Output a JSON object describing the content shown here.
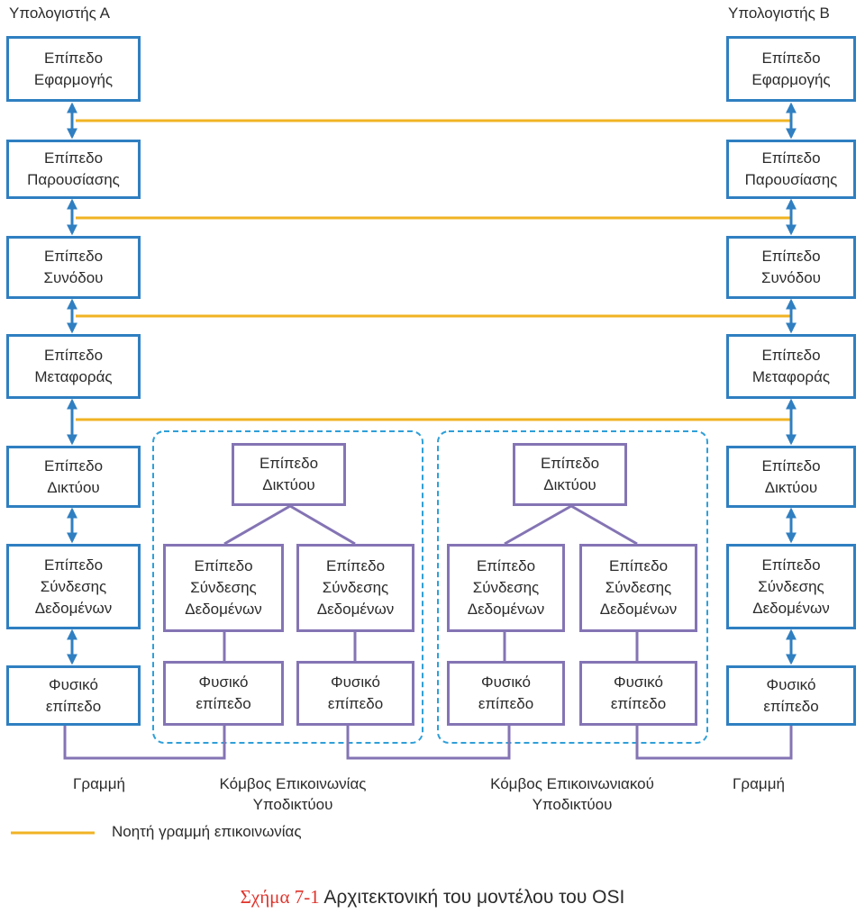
{
  "hosts": {
    "left_title": "Υπολογιστής Α",
    "right_title": "Υπολογιστής Β",
    "layers": [
      {
        "line1": "Επίπεδο",
        "line2": "Εφαρμογής"
      },
      {
        "line1": "Επίπεδο",
        "line2": "Παρουσίασης"
      },
      {
        "line1": "Επίπεδο",
        "line2": "Συνόδου"
      },
      {
        "line1": "Επίπεδο",
        "line2": "Μεταφοράς"
      },
      {
        "line1": "Επίπεδο",
        "line2": "Δικτύου"
      },
      {
        "line1": "Επίπεδο",
        "line2": "Σύνδεσης",
        "line3": "Δεδομένων"
      },
      {
        "line1": "Φυσικό",
        "line2": "επίπεδο"
      }
    ]
  },
  "nodes": {
    "network": {
      "line1": "Επίπεδο",
      "line2": "Δικτύου"
    },
    "datalink": {
      "line1": "Επίπεδο",
      "line2": "Σύνδεσης",
      "line3": "Δεδομένων"
    },
    "physical": {
      "line1": "Φυσικό",
      "line2": "επίπεδο"
    }
  },
  "bottom_labels": {
    "line_left": "Γραμμή",
    "node1_line1": "Κόμβος Επικοινωνίας",
    "node1_line2": "Υποδικτύου",
    "node2_line1": "Κόμβος Επικοινωνιακού",
    "node2_line2": "Υποδικτύου",
    "line_right": "Γραμμή"
  },
  "legend": {
    "text": "Νοητή γραμμή επικοινωνίας"
  },
  "caption": {
    "number": "Σχήμα 7-1",
    "text": "Αρχιτεκτονική του μοντέλου του OSI"
  },
  "colors": {
    "host_border": "#2f7fc1",
    "node_border": "#8474b4",
    "virtual_line": "#f0b323",
    "dashed_frame": "#2f9fd8",
    "caption_number": "#e0332b"
  }
}
